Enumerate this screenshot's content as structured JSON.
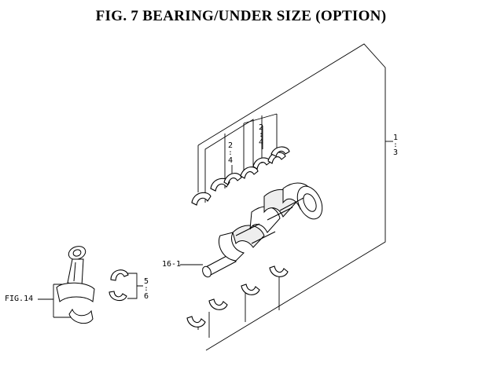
{
  "title": "FIG. 7  BEARING/UNDER SIZE (OPTION)",
  "callouts": {
    "main_bearing": {
      "top": "1",
      "sep": ":",
      "bottom": "3"
    },
    "upper_shells_a": {
      "top": "2",
      "sep": ":",
      "bottom": "4"
    },
    "upper_shells_b": {
      "top": "2",
      "sep": ":",
      "bottom": "4"
    },
    "rod_bearing": {
      "top": "5",
      "sep": ":",
      "bottom": "6"
    },
    "crankshaft": "16-1",
    "connecting_rod_ref": "FIG.14"
  }
}
